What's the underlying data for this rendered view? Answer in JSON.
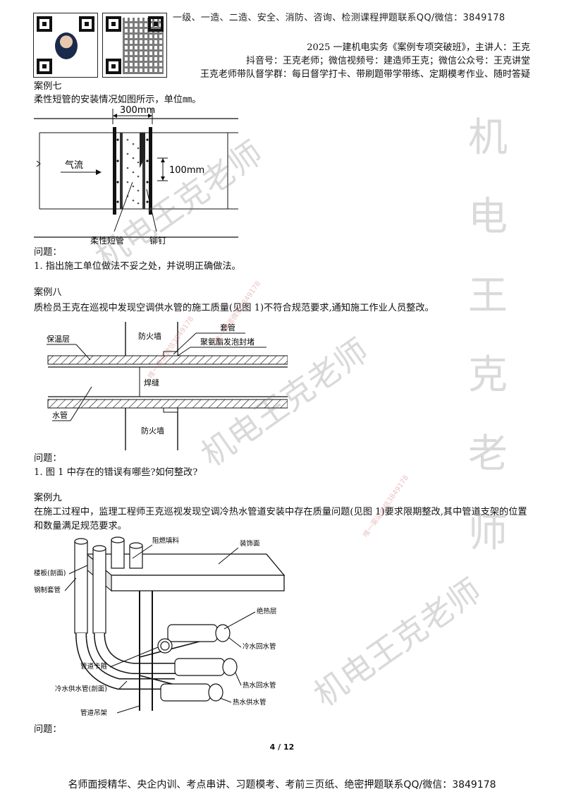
{
  "header": {
    "top_ad": "一级、一造、二造、安全、消防、咨询、检测课程押题联系QQ/微信：3849178",
    "course_line": "2025 一建机电实务《案例专项突破班》，主讲人：王克",
    "social_line": "抖音号：王克老师；微信视频号：建造师王克；微信公众号：王克讲堂",
    "group_line": "王克老师带队督学群：每日督学打卡、带刷题带学带练、定期模考作业、随时答疑"
  },
  "case7": {
    "title": "案例七",
    "intro": "柔性短管的安装情况如图所示，单位㎜。",
    "figure": {
      "dim_top": "300mm",
      "dim_right": "100mm",
      "airflow": "气流",
      "label_left": "柔性短管",
      "label_right": "铆钉"
    },
    "question_label": "问题：",
    "q1": "1. 指出施工单位做法不妥之处，并说明正确做法。"
  },
  "case8": {
    "title": "案例八",
    "intro": "质检员王克在巡视中发现空调供水管的施工质量(见图 1)不符合规范要求,通知施工作业人员整改。",
    "figure": {
      "fire_wall_top": "防火墙",
      "sleeve": "套管",
      "insulation": "保温层",
      "foam_seal": "聚氨酯发泡封堵",
      "weld": "焊缝",
      "water_pipe": "水管",
      "fire_wall_bottom": "防火墙"
    },
    "question_label": "问题：",
    "q1": "1. 图 1 中存在的错误有哪些?如何整改?"
  },
  "case9": {
    "title": "案例九",
    "intro": "在施工过程中，监理工程师王克巡视发现空调冷热水管道安装中存在质量问题(见图 1)要求限期整改,其中管道支架的位置和数量满足规范要求。",
    "figure": {
      "fire_fill": "阻燃填料",
      "finish": "装饰面",
      "floor_slab": "楼板(剖面)",
      "steel_sleeve": "钢制套管",
      "insulation": "绝热层",
      "cold_return": "冷水回水管",
      "pipe_clamp": "管道卡箍",
      "hot_return": "热水回水管",
      "cold_supply": "冷水供水管(剖面)",
      "hot_supply": "热水供水管",
      "hanger": "管道吊架"
    },
    "question_label": "问题："
  },
  "watermarks": {
    "diag": "机电王克老师",
    "column": [
      "机",
      "电",
      "王",
      "克",
      "老",
      "师"
    ],
    "small": "唯一渠道微信3849178"
  },
  "page_number": "4 / 12",
  "footer": "名师面授精华、央企内训、考点串讲、习题模考、考前三页纸、绝密押题联系QQ/微信：3849178"
}
